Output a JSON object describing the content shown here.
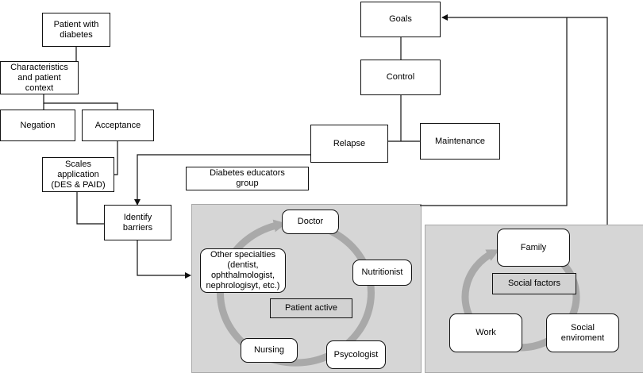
{
  "nodes": {
    "patient_with_diabetes": "Patient with\ndiabetes",
    "characteristics": "Characteristics\nand patient\ncontext",
    "negation": "Negation",
    "acceptance": "Acceptance",
    "scales_application": "Scales\napplication\n(DES & PAID)",
    "identify_barriers": "Identify\nbarriers",
    "diabetes_educators_group": "Diabetes educators\ngroup",
    "goals": "Goals",
    "control": "Control",
    "relapse": "Relapse",
    "maintenance": "Maintenance",
    "doctor": "Doctor",
    "nutritionist": "Nutritionist",
    "psycologist": "Psycologist",
    "nursing": "Nursing",
    "other_specialties": "Other specialties\n(dentist,\nophthalmologist,\nnephrologisyt, etc.)",
    "patient_active": "Patient active",
    "family": "Family",
    "social_factors": "Social factors",
    "work": "Work",
    "social_enviroment": "Social enviroment"
  },
  "colors": {
    "panel": "#d6d6d6",
    "cycle_arrow": "#a9a9a9",
    "line": "#111111"
  }
}
